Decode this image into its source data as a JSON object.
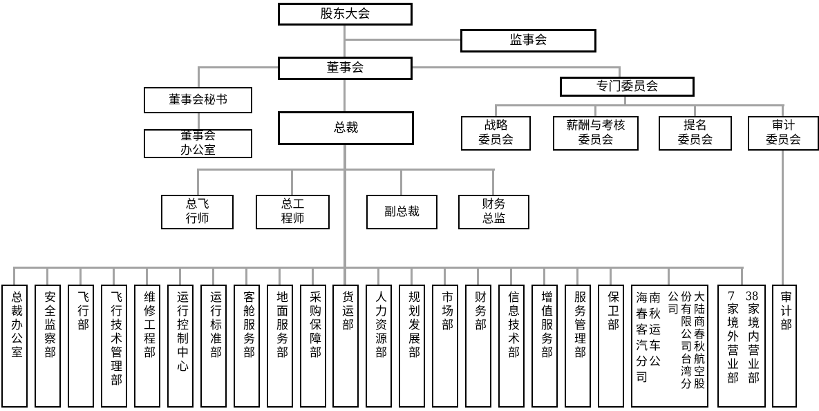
{
  "colors": {
    "line": "#a3a3a3",
    "border": "#000000",
    "background": "#ffffff"
  },
  "nodes": {
    "shareholders": "股东大会",
    "supervisory": "监事会",
    "board": "董事会",
    "secretary": "董事会秘书",
    "board_office": "董事会\n办公室",
    "president": "总裁",
    "committees": "专门委员会",
    "strategy_committee": "战略\n委员会",
    "compensation_committee": "薪酬与考核\n委员会",
    "nomination_committee": "提名\n委员会",
    "audit_committee": "审计\n委员会",
    "chief_pilot": "总飞\n行师",
    "chief_engineer": "总工\n程师",
    "vice_president": "副总裁",
    "finance_director": "财务\n总监"
  },
  "departments": [
    "总裁办公室",
    "安全监察部",
    "飞行部",
    "飞行技术管理部",
    "维修工程部",
    "运行控制中心",
    "运行标准部",
    "客舱服务部",
    "地面服务部",
    "采购保障部",
    "货运部",
    "人力资源部",
    "规划发展部",
    "市场部",
    "财务部",
    "信息技术部",
    "增值服务部",
    "服务管理部",
    "保卫部"
  ],
  "subsidiaries": {
    "hainan_bus": "海南春秋客运汽车分公司",
    "taiwan_branch": "大陆商春秋航空股份有限公司台湾分公司"
  },
  "sales_offices": {
    "overseas_count": "7",
    "overseas_label": "家境外营业部",
    "domestic_count": "38",
    "domestic_label": "家境内营业部"
  },
  "audit_department": "审计部"
}
